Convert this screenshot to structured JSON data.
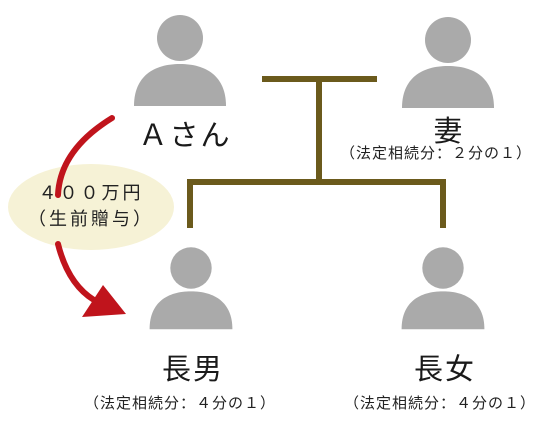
{
  "people": {
    "a": {
      "name": "Ａさん",
      "icon": "person-icon"
    },
    "wife": {
      "name": "妻",
      "share": "（法定相続分：２分の１）",
      "icon": "person-icon"
    },
    "son": {
      "name": "長男",
      "share": "（法定相続分：４分の１）",
      "icon": "person-icon"
    },
    "daughter": {
      "name": "長女",
      "share": "（法定相続分：４分の１）",
      "icon": "person-icon"
    }
  },
  "gift": {
    "amount": "４００万円",
    "label": "（生前贈与）"
  },
  "colors": {
    "person": "#aaaaaa",
    "line": "#6b5a1c",
    "arrow": "#c0141c",
    "gift_bg": "#f6f2d6"
  }
}
